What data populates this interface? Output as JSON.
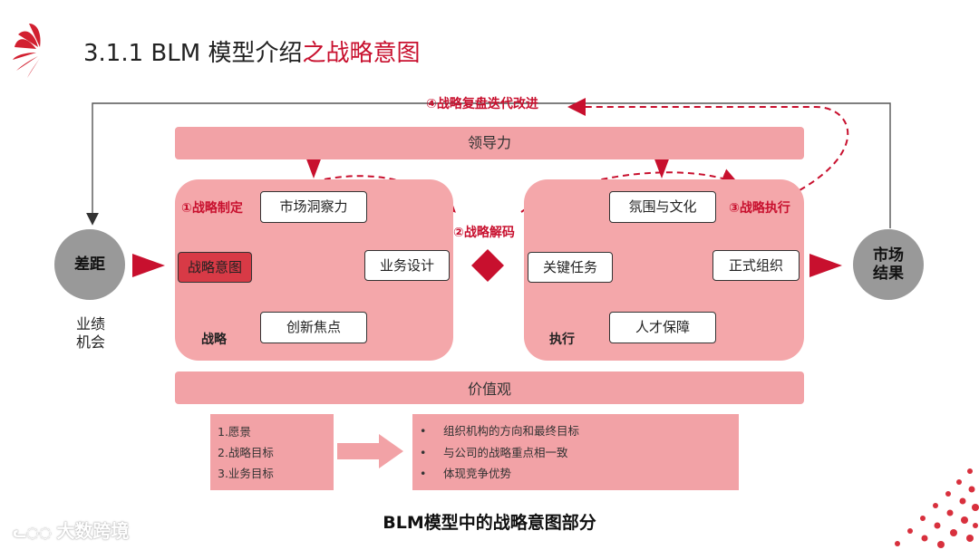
{
  "title": {
    "prefix": "3.1.1 BLM 模型介绍",
    "highlight": "之战略意图"
  },
  "bands": {
    "top": "领导力",
    "bottom": "价值观"
  },
  "left_circle": "差距",
  "left_circle_sub": [
    "业绩",
    "机会"
  ],
  "right_circle": [
    "市场",
    "结果"
  ],
  "strategy": {
    "panel_label": "战略",
    "boxes": {
      "top": "市场洞察力",
      "left": "战略意图",
      "right": "业务设计",
      "bottom": "创新焦点"
    }
  },
  "execution": {
    "panel_label": "执行",
    "boxes": {
      "top": "氛围与文化",
      "left": "关键任务",
      "right": "正式组织",
      "bottom": "人才保障"
    }
  },
  "steps": {
    "s1": "①战略制定",
    "s2": "②战略解码",
    "s3": "③战略执行",
    "s4": "④战略复盘迭代改进"
  },
  "goals": [
    "1.愿景",
    "2.战略目标",
    "3.业务目标"
  ],
  "intent_points": [
    "组织机构的方向和最终目标",
    "与公司的战略重点相一致",
    "体现竞争优势"
  ],
  "bullet_char": "•",
  "caption": "BLM模型中的战略意图部分",
  "watermark": "大数跨境",
  "colors": {
    "accent": "#c8102e",
    "band": "#f2a2a6",
    "panel": "#f4a7aa",
    "highlight_box": "#d83a46",
    "circle": "#999999"
  }
}
